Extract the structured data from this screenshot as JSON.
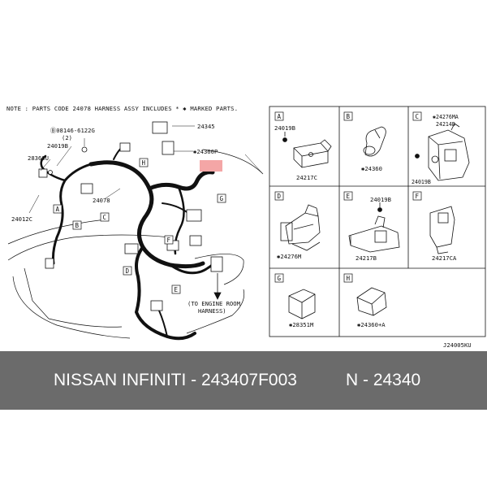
{
  "diagram": {
    "note": "NOTE : PARTS CODE 24078 HARNESS ASSY INCLUDES * ✱ MARKED PARTS.",
    "main_callouts": {
      "c24345": "24345",
      "c24360p": "✱24360P",
      "c08146": "Ⓑ08146-6122G",
      "c08146_qty": "(2)",
      "c24019b": "24019B",
      "c28360u": "28360U",
      "c24078": "24078",
      "c24012c": "24012C",
      "engine_room_1": "(TO ENGINE ROOM",
      "engine_room_2": "HARNESS)"
    },
    "connector_letters": [
      "H",
      "G",
      "A",
      "C",
      "B",
      "F",
      "D",
      "E"
    ],
    "boxes": {
      "A": {
        "letter": "A",
        "labels": [
          "24019B",
          "24217C"
        ]
      },
      "B": {
        "letter": "B",
        "labels": [
          "✱24360"
        ]
      },
      "C": {
        "letter": "C",
        "labels": [
          "✱24276MA",
          "24214B",
          "24019B"
        ]
      },
      "D": {
        "letter": "D",
        "labels": [
          "✱24276M"
        ]
      },
      "E": {
        "letter": "E",
        "labels": [
          "24019B",
          "24217B"
        ]
      },
      "F": {
        "letter": "F",
        "labels": [
          "24217CA"
        ]
      },
      "G": {
        "letter": "G",
        "labels": [
          "✱28351M"
        ]
      },
      "H": {
        "letter": "H",
        "labels": [
          "✱24360+A"
        ]
      }
    },
    "figure_code": "J24005KU",
    "highlight_color": "#f4a6a6"
  },
  "banner": {
    "left_text": "NISSAN INFINITI - 243407F003",
    "right_text": "N - 24340",
    "background": "#6b6b6b"
  }
}
